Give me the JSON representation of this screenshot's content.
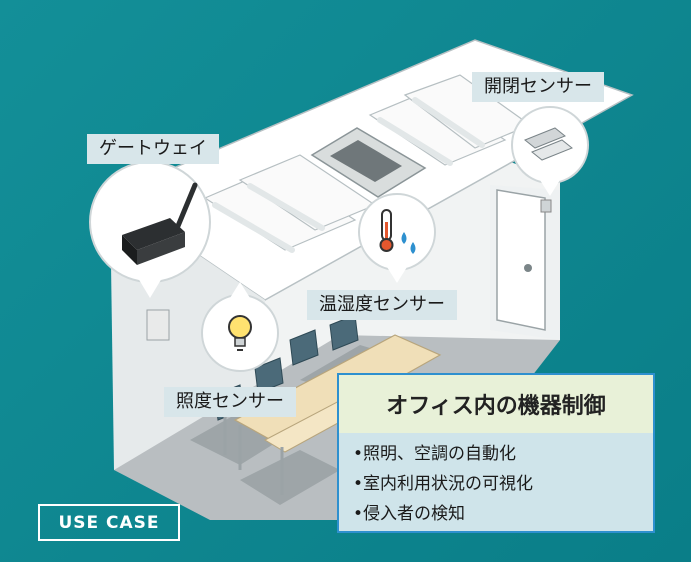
{
  "labels": {
    "gateway": "ゲートウェイ",
    "door_sensor": "開閉センサー",
    "temp_humidity_sensor": "温湿度センサー",
    "illuminance_sensor": "照度センサー"
  },
  "card": {
    "title": "オフィス内の機器制御",
    "items": [
      "•照明、空調の自動化",
      "•室内利用状況の可視化",
      "•侵入者の検知"
    ]
  },
  "badge": "USE CASE",
  "colors": {
    "background": "#0f8a93",
    "card_border": "#2e90cf",
    "card_title_bg": "#e8f1d8",
    "card_bg": "#cfe4ea",
    "label_bg": "#d8e6ea"
  },
  "icons": [
    "gateway-device-icon",
    "thermometer-icon",
    "water-drop-icon",
    "light-bulb-icon",
    "door-sensor-icon"
  ]
}
